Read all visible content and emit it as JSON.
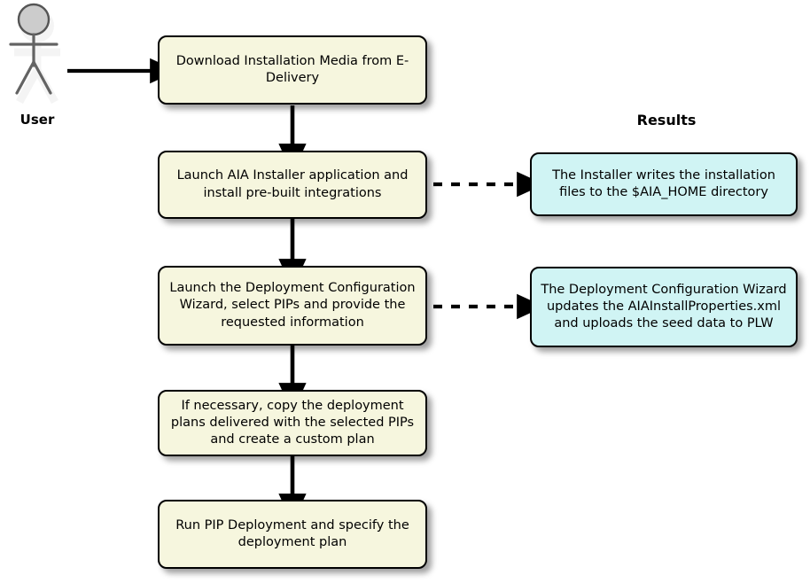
{
  "diagram": {
    "title_results": "Results",
    "actor": {
      "label": "User",
      "icon": "stick-figure-actor-icon"
    },
    "colors": {
      "process_fill": "#f6f6de",
      "result_fill": "#d0f4f4",
      "stroke": "#000000",
      "actor_head_fill": "#c9c9c9",
      "actor_stroke": "#666666",
      "text": "#000000",
      "background": "#ffffff"
    },
    "process_steps": [
      {
        "id": "step-1",
        "text": "Download Installation Media from E-Delivery"
      },
      {
        "id": "step-2",
        "text": "Launch AIA Installer application and install pre-built integrations"
      },
      {
        "id": "step-3",
        "text": "Launch the Deployment Configuration Wizard, select PIPs and provide the requested information"
      },
      {
        "id": "step-4",
        "text": "If necessary, copy the deployment plans delivered with the selected PIPs and create a custom plan"
      },
      {
        "id": "step-5",
        "text": "Run PIP Deployment and specify the deployment plan"
      }
    ],
    "result_boxes": [
      {
        "id": "result-1",
        "text": "The Installer writes the installation files to the $AIA_HOME directory"
      },
      {
        "id": "result-2",
        "text": "The Deployment Configuration Wizard updates the AIAInstallProperties.xml and uploads the seed data to PLW"
      }
    ],
    "connectors": [
      {
        "id": "actor-to-step-1",
        "style": "solid",
        "direction": "right"
      },
      {
        "id": "step-1-to-step-2",
        "style": "solid",
        "direction": "down"
      },
      {
        "id": "step-2-to-step-3",
        "style": "solid",
        "direction": "down"
      },
      {
        "id": "step-3-to-step-4",
        "style": "solid",
        "direction": "down"
      },
      {
        "id": "step-4-to-step-5",
        "style": "solid",
        "direction": "down"
      },
      {
        "id": "step-2-to-result-1",
        "style": "dashed",
        "direction": "right"
      },
      {
        "id": "step-3-to-result-2",
        "style": "dashed",
        "direction": "right"
      }
    ]
  }
}
